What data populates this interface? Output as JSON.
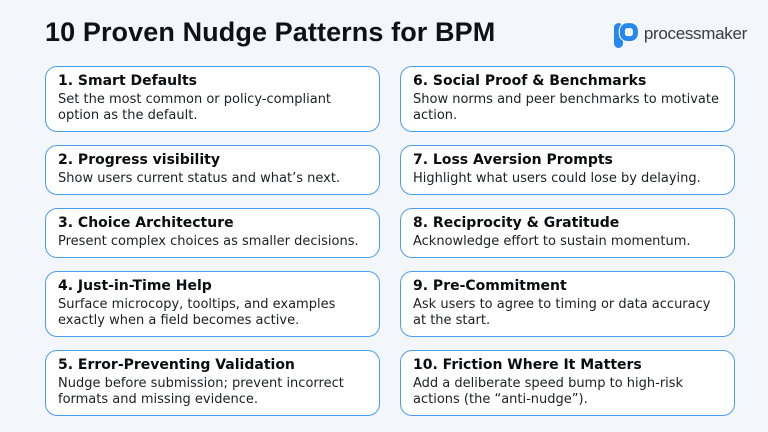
{
  "page": {
    "title": "10 Proven Nudge Patterns for BPM",
    "background_color": "#F3F6FB"
  },
  "brand": {
    "name": "processmaker",
    "logo_icon": "processmaker-p-icon",
    "logo_color": "#2488F0",
    "name_color": "#383b41"
  },
  "theme": {
    "card_border_color": "#4A9EF0",
    "card_background": "#FFFFFF",
    "title_color": "#101114",
    "text_color": "#1d1f24"
  },
  "cards": [
    {
      "title": "1. Smart Defaults",
      "description": "Set the most common or policy-compliant option as the default."
    },
    {
      "title": "2. Progress visibility",
      "description": "Show users current status and what’s next."
    },
    {
      "title": "3. Choice Architecture",
      "description": "Present complex choices as smaller decisions."
    },
    {
      "title": "4. Just-in-Time Help",
      "description": "Surface microcopy, tooltips, and examples exactly when a field becomes active."
    },
    {
      "title": "5. Error-Preventing Validation",
      "description": "Nudge before submission; prevent incorrect formats and missing evidence."
    },
    {
      "title": "6. Social Proof & Benchmarks",
      "description": "Show norms and peer benchmarks to motivate action."
    },
    {
      "title": "7. Loss Aversion Prompts",
      "description": "Highlight what users could lose by delaying."
    },
    {
      "title": "8. Reciprocity & Gratitude",
      "description": "Acknowledge effort to sustain momentum."
    },
    {
      "title": "9. Pre-Commitment",
      "description": "Ask users to agree to timing or data accuracy at the start."
    },
    {
      "title": "10. Friction Where It Matters",
      "description": "Add a deliberate speed bump to high-risk actions (the “anti-nudge”)."
    }
  ]
}
